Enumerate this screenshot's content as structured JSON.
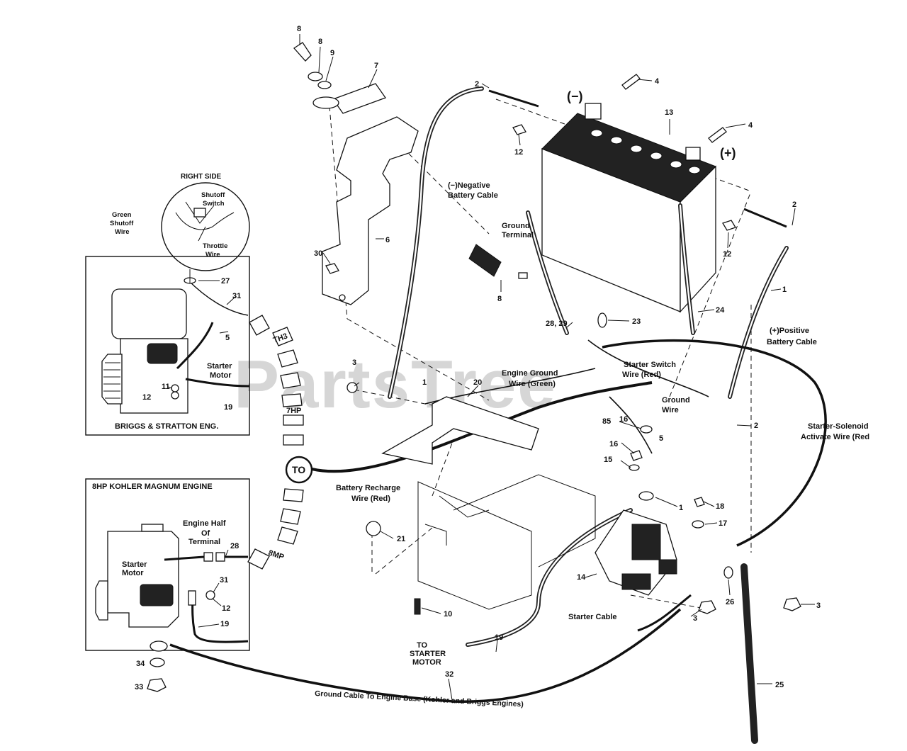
{
  "watermark": "PartsTree",
  "boxes": {
    "briggs": {
      "title": "BRIGGS & STRATTON ENG.",
      "detail_title": "RIGHT SIDE"
    },
    "kohler": {
      "title": "8HP KOHLER MAGNUM ENGINE"
    }
  },
  "battery_signs": {
    "negative": "(−)",
    "positive": "(+)"
  },
  "to_marker": "TO",
  "arrow_tags": [
    "TH3",
    "7HP",
    "8MP"
  ],
  "labels": {
    "negative_cable": [
      "(−)Negative",
      "Battery Cable"
    ],
    "ground_terminal": [
      "Ground",
      "Terminal"
    ],
    "positive_cable": [
      "(+)Positive",
      "Battery Cable"
    ],
    "engine_ground_wire": [
      "Engine Ground",
      "Wire (Green)"
    ],
    "starter_switch_wire": [
      "Starter Switch",
      "Wire (Red)"
    ],
    "ground_wire": [
      "Ground",
      "Wire"
    ],
    "starter_solenoid_wire": [
      "Starter-Solenoid",
      "Activate Wire (Red"
    ],
    "battery_recharge_wire": [
      "Battery Recharge",
      "Wire (Red)"
    ],
    "starter_cable": "Starter Cable",
    "to_starter_motor": [
      "TO",
      "STARTER",
      "MOTOR"
    ],
    "ground_cable": "Ground Cable To Engine Base (Kohler and Briggs Engines)",
    "shutoff_switch": [
      "Shutoff",
      "Switch"
    ],
    "green_shutoff_wire": [
      "Green",
      "Shutoff",
      "Wire"
    ],
    "throttle_wire": [
      "Throttle",
      "Wire"
    ],
    "starter_motor_briggs": [
      "Starter",
      "Motor"
    ],
    "engine_half_terminal": [
      "Engine Half",
      "Of",
      "Terminal"
    ],
    "starter_motor_kohler": [
      "Starter",
      "Motor"
    ]
  },
  "callouts": {
    "n8a": "8",
    "n8b": "8",
    "n9": "9",
    "n7": "7",
    "n2a": "2",
    "n4a": "4",
    "n13": "13",
    "n4b": "4",
    "n12a": "12",
    "n6": "6",
    "n30": "30",
    "n8c": "8",
    "n2b": "2",
    "n12b": "12",
    "n1a": "1",
    "n24": "24",
    "n23": "23",
    "n2829": "28, 29",
    "n3a": "3",
    "n1b": "1",
    "n20": "20",
    "n2c": "2",
    "n85": "85",
    "n16a": "16",
    "n5a": "5",
    "n16b": "16",
    "n15": "15",
    "n1c": "1",
    "n18": "18",
    "n17": "17",
    "n21": "21",
    "n14": "14",
    "n26": "26",
    "n3b": "3",
    "n10": "10",
    "n3c": "3",
    "n19a": "19",
    "n32": "32",
    "n25": "25",
    "n27": "27",
    "n31a": "31",
    "n5b": "5",
    "n11a": "11",
    "n12c": "12",
    "n19b": "19",
    "n28": "28",
    "n31b": "31",
    "n12d": "12",
    "n19c": "19",
    "n34": "34",
    "n33": "33"
  }
}
